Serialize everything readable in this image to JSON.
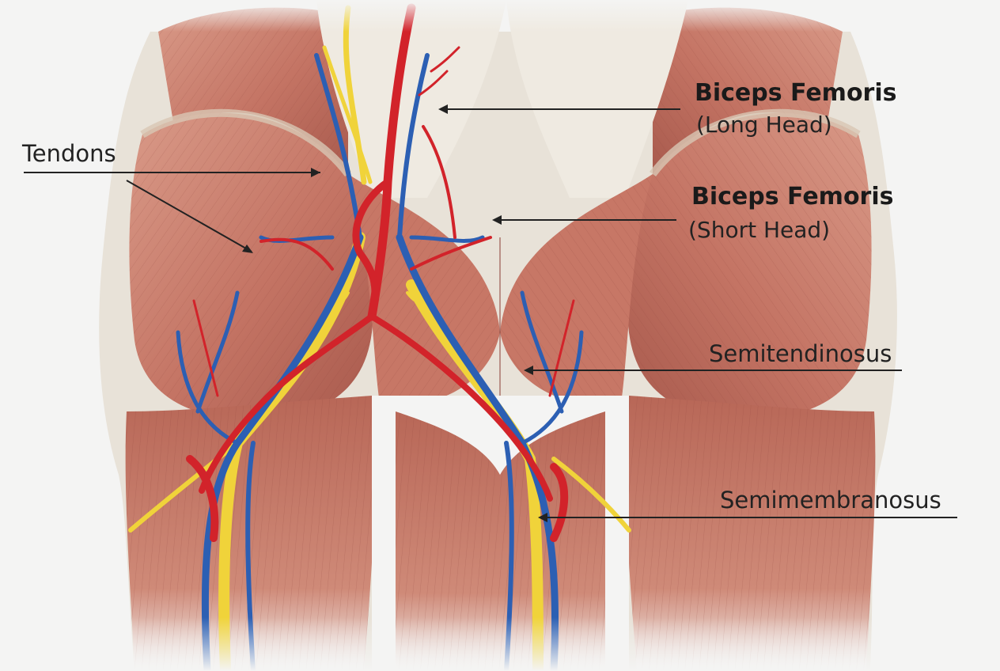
{
  "labels": {
    "tendons": "Tendons",
    "biceps_long": {
      "title": "Biceps Femoris",
      "sub": "(Long Head)"
    },
    "biceps_short": {
      "title": "Biceps Femoris",
      "sub": "(Short Head)"
    },
    "semitendinosus": "Semitendinosus",
    "semimembranosus": "Semimembranosus"
  },
  "colors": {
    "background": "#f4f4f3",
    "muscle": "#c97a6a",
    "muscle_dark": "#a4534a",
    "tendon": "#ece6dc",
    "artery": "#d2232a",
    "vein": "#2c5fb3",
    "nerve": "#f0d33a"
  }
}
